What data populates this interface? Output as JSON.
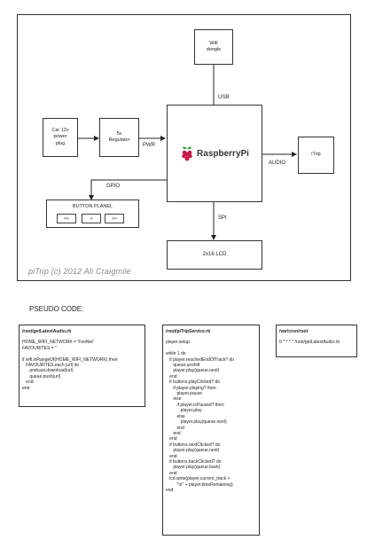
{
  "diagram": {
    "components": {
      "wifi": "Wifi\ndongle",
      "car_power": "Car 12v\npower\nplug",
      "regulator": "5v\nRegulator",
      "raspberry_pi": "RaspberryPi",
      "itrip": "iTrip",
      "button_panel": "BUTTON PLANEL",
      "lcd": "2x16 LCD"
    },
    "buttons": [
      "<<",
      ">",
      ">>"
    ],
    "connections": {
      "usb": "USB",
      "pwr": "PWR",
      "audio": "AUDIO",
      "gpio": "GPIO",
      "spi": "SPI"
    },
    "credit": "piTrip (c) 2012 Ali Craigmile"
  },
  "pseudo_code": {
    "heading": "PSEUDO CODE:",
    "files": [
      {
        "title": "/root/getLatestAudio.rb",
        "code": "HOME_WIFI_NETWORK = 'FooNet'\nFAVOURITES = ''\n\nif wifi.inRangeOf(HOME_WIFI_NETWORK) then\n   FAVOURITES.each |url| do\n      podcast.download(url)\n      queue.push(url)\n   end\nend"
      },
      {
        "title": "/root/piTripService.rb",
        "code": "player.setup\n\nwhile 1 do\n   if player.reachedEndOfTrack? do\n      queue.unshift\n      player.play(queue.next)\n   end\n   if buttons.playClicked? do\n      if player.playing? then\n         player.pause\n      else\n         if player.isPaused? then\n            player.play\n         else\n            player.play(queue.next)\n         end\n      end\n   end\n   if buttons.nextClicked? do\n      player.play(queue.next)\n   end\n   if buttons.backClicked? do\n      player.play(queue.back)\n   end\n   lcd.write(player.current_track +\n         \"\\n\" + player.timeRemaining)\nend"
      },
      {
        "title": "/var/cron/root",
        "code": "0 * * * * /root/getLatestAudio.rb"
      }
    ]
  }
}
